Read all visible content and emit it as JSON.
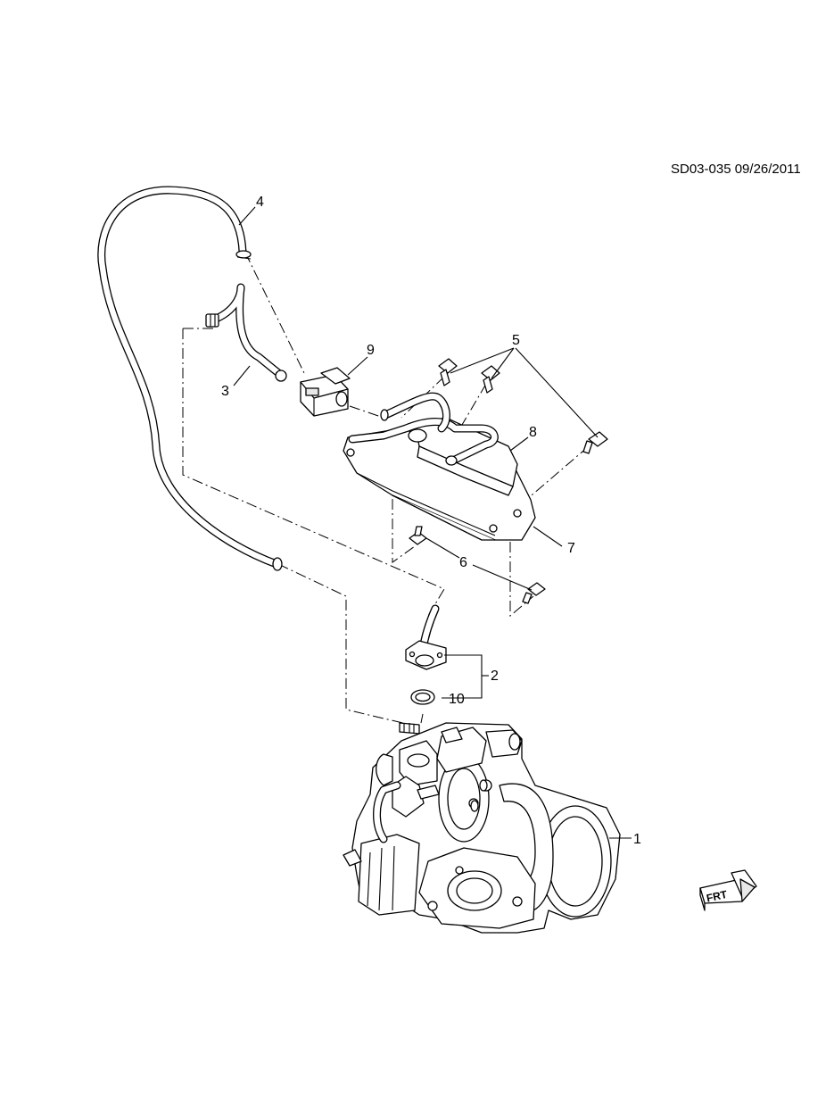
{
  "diagram": {
    "reference_code": "SD03-035 09/26/2011",
    "front_indicator_label": "FRT",
    "callouts": [
      {
        "id": "1",
        "label": "1"
      },
      {
        "id": "2",
        "label": "2"
      },
      {
        "id": "3",
        "label": "3"
      },
      {
        "id": "4",
        "label": "4"
      },
      {
        "id": "5",
        "label": "5"
      },
      {
        "id": "6",
        "label": "6"
      },
      {
        "id": "7",
        "label": "7"
      },
      {
        "id": "8",
        "label": "8"
      },
      {
        "id": "9",
        "label": "9"
      },
      {
        "id": "10",
        "label": "10"
      }
    ]
  }
}
